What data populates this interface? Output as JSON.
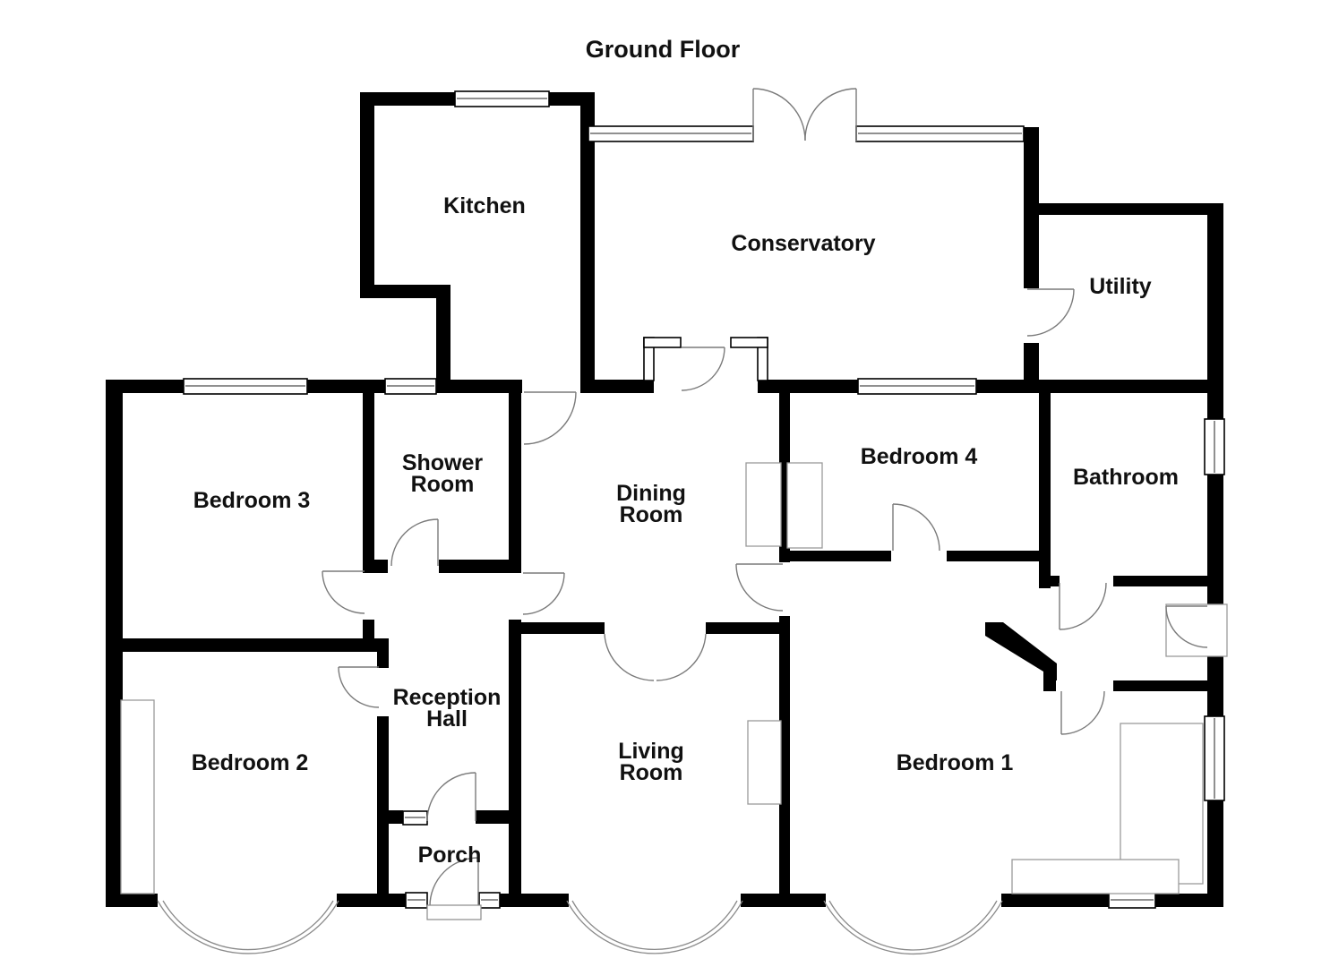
{
  "title": "Ground Floor",
  "rooms": {
    "kitchen": {
      "label": "Kitchen"
    },
    "conservatory": {
      "label": "Conservatory"
    },
    "utility": {
      "label": "Utility"
    },
    "bedroom3": {
      "label": "Bedroom 3"
    },
    "shower_room": {
      "line1": "Shower",
      "line2": "Room"
    },
    "dining_room": {
      "line1": "Dining",
      "line2": "Room"
    },
    "bedroom4": {
      "label": "Bedroom 4"
    },
    "bathroom": {
      "label": "Bathroom"
    },
    "bedroom2": {
      "label": "Bedroom 2"
    },
    "reception_hall": {
      "line1": "Reception",
      "line2": "Hall"
    },
    "living_room": {
      "line1": "Living",
      "line2": "Room"
    },
    "bedroom1": {
      "label": "Bedroom 1"
    },
    "porch": {
      "label": "Porch"
    }
  },
  "colors": {
    "wall": "#000000",
    "background": "#ffffff",
    "annotation": "#7a7a7a"
  }
}
